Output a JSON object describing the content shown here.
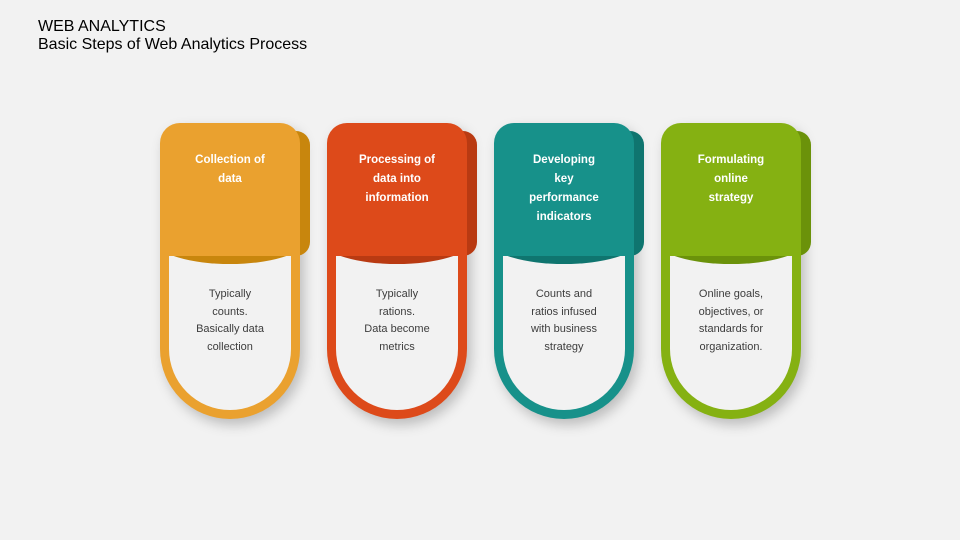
{
  "header": {
    "title": "WEB ANALYTICS",
    "subtitle": "Basic Steps of Web Analytics Process"
  },
  "theme": {
    "background": "#f2f2f2",
    "panel_fill": "#f2f2f2",
    "title_color": "#3c3c3c",
    "body_text_color": "#3d3d3d",
    "heading_text_color": "#ffffff"
  },
  "diagram": {
    "type": "process-steps",
    "steps": [
      {
        "id": "collection-of-data",
        "heading": "Collection of\ndata",
        "description": "Typically\ncounts.\nBasically data\ncollection",
        "color": "#eaa12f",
        "shade": "#c8860d"
      },
      {
        "id": "processing-of-data",
        "heading": "Processing of\ndata into\ninformation",
        "description": "Typically\nrations.\nData become\nmetrics",
        "color": "#dd4a1a",
        "shade": "#b93a12"
      },
      {
        "id": "developing-kpis",
        "heading": "Developing\nkey\nperformance\nindicators",
        "description": "Counts and\nratios infused\nwith business\nstrategy",
        "color": "#17918a",
        "shade": "#0f756f"
      },
      {
        "id": "formulating-online-strategy",
        "heading": "Formulating\nonline\nstrategy",
        "description": "Online goals,\nobjectives, or\nstandards for\norganization.",
        "color": "#85b112",
        "shade": "#6b920a"
      }
    ]
  }
}
